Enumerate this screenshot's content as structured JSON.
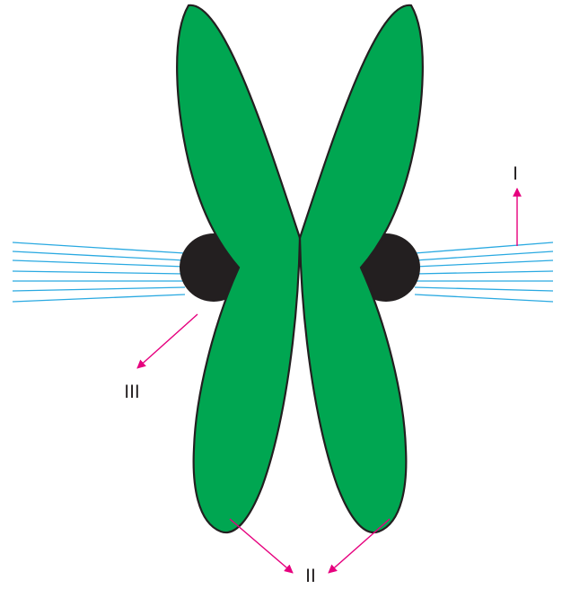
{
  "labels": {
    "spindle_fiber": "I",
    "chromatid": "II",
    "centromere": "III"
  },
  "colors": {
    "chromatid": "#00a651",
    "kinetochore": "#231f20",
    "spindle_fibers": "#29a9e1",
    "pointers": "#e6007e",
    "outline": "#231f20"
  }
}
